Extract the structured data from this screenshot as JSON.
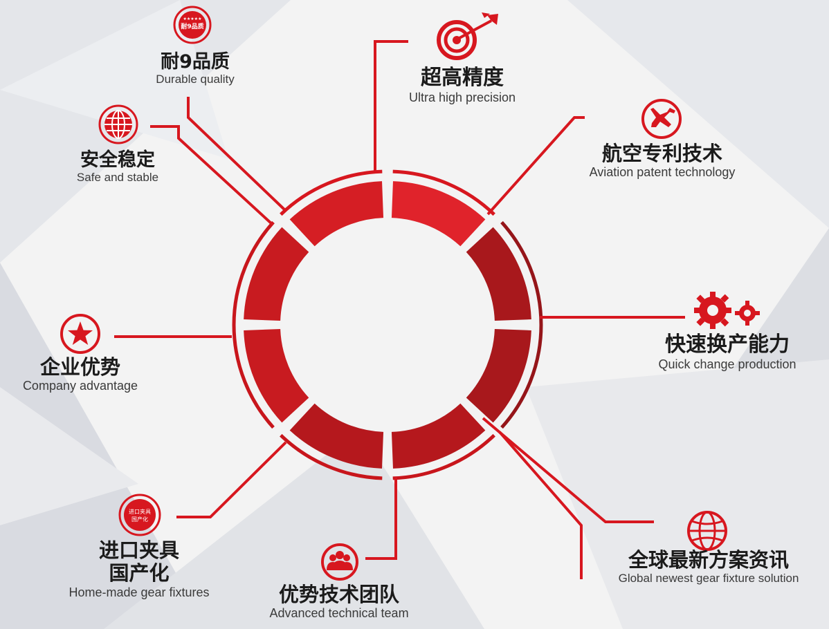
{
  "accent_color": "#d7171f",
  "accent_dark": "#951519",
  "features": {
    "durable": {
      "cn": "耐9品质",
      "en": "Durable quality",
      "badge_stars": "★★★★★",
      "badge_text": "耐9品质",
      "icon": "badge-icon"
    },
    "precision": {
      "cn": "超高精度",
      "en": "Ultra high precision",
      "icon": "target-icon"
    },
    "safe": {
      "cn": "安全稳定",
      "en": "Safe and stable",
      "icon": "globe-icon"
    },
    "aviation": {
      "cn": "航空专利技术",
      "en": "Aviation patent technology",
      "icon": "airplane-icon"
    },
    "company": {
      "cn": "企业优势",
      "en": "Company advantage",
      "icon": "star-icon"
    },
    "quick": {
      "cn": "快速换产能力",
      "en": "Quick change production",
      "icon": "gears-icon"
    },
    "homemade": {
      "cn1": "进口夹具",
      "cn2": "国产化",
      "en": "Home-made gear fixtures",
      "badge_line1": "进口夹具",
      "badge_line2": "国产化",
      "icon": "badge-icon"
    },
    "global": {
      "cn": "全球最新方案资讯",
      "en": "Global newest gear fixture solution",
      "icon": "globe-icon"
    },
    "team": {
      "cn": "优势技术团队",
      "en": "Advanced technical team",
      "icon": "team-icon"
    }
  }
}
